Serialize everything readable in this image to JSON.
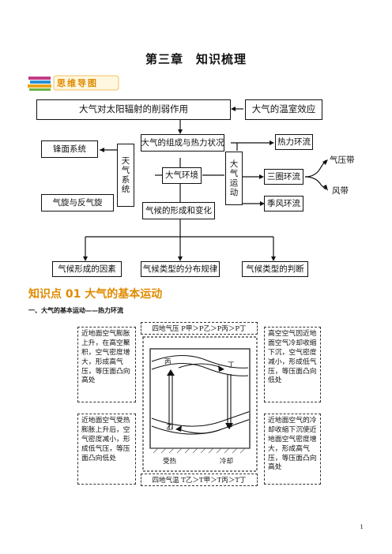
{
  "title": "第三章　知识梳理",
  "banner": {
    "text": "思维导图"
  },
  "mindmap": {
    "top_left": "大气对太阳辐射的削弱作用",
    "top_right": "大气的温室效应",
    "center_top": "大气的组成与热力状况",
    "center": "大气环境",
    "center_bottom": "气候的形成和变化",
    "left_vertical": "天气系统",
    "front": "锋面系统",
    "cyclone": "气旋与反气旋",
    "right_vertical": "大气运动",
    "thermal": "热力环流",
    "three_cell": "三圈环流",
    "monsoon": "季风环流",
    "pressure_belt": "气压带",
    "wind_belt": "风带",
    "bottom": [
      "气候形成的因素",
      "气候类型的分布规律",
      "气候类型的判断"
    ]
  },
  "knowledge_point": "知识点 01 大气的基本运动",
  "subheading": "一、大气的基本运动——热力环流",
  "circulation": {
    "pressure_box": "四地气压 P甲＞P乙＞P丙＞P丁",
    "temperature_box": "四地气温 T乙＞T甲＞T丙＞T丁",
    "left_top_note": "近地面空气膨胀上升，在高空聚积，空气密度增大，形成高气压，等压面凸向高处",
    "left_bottom_note": "近地面空气受热膨胀上升后，空气密度减小，形成低气压，等压面凸向低处",
    "right_top_note": "高空空气因近地面空气冷却收缩下沉，空气密度减小，形成低气压，等压面凸向低处",
    "right_bottom_note": "近地面空气的冷却收缩下沉使近地面空气密度增大，形成高气压，等压面凸向高处",
    "labels": {
      "bing": "丙",
      "ding": "丁",
      "yi": "乙",
      "jia": "甲",
      "heated": "受热",
      "cooled": "冷却"
    }
  },
  "page_number": "1"
}
